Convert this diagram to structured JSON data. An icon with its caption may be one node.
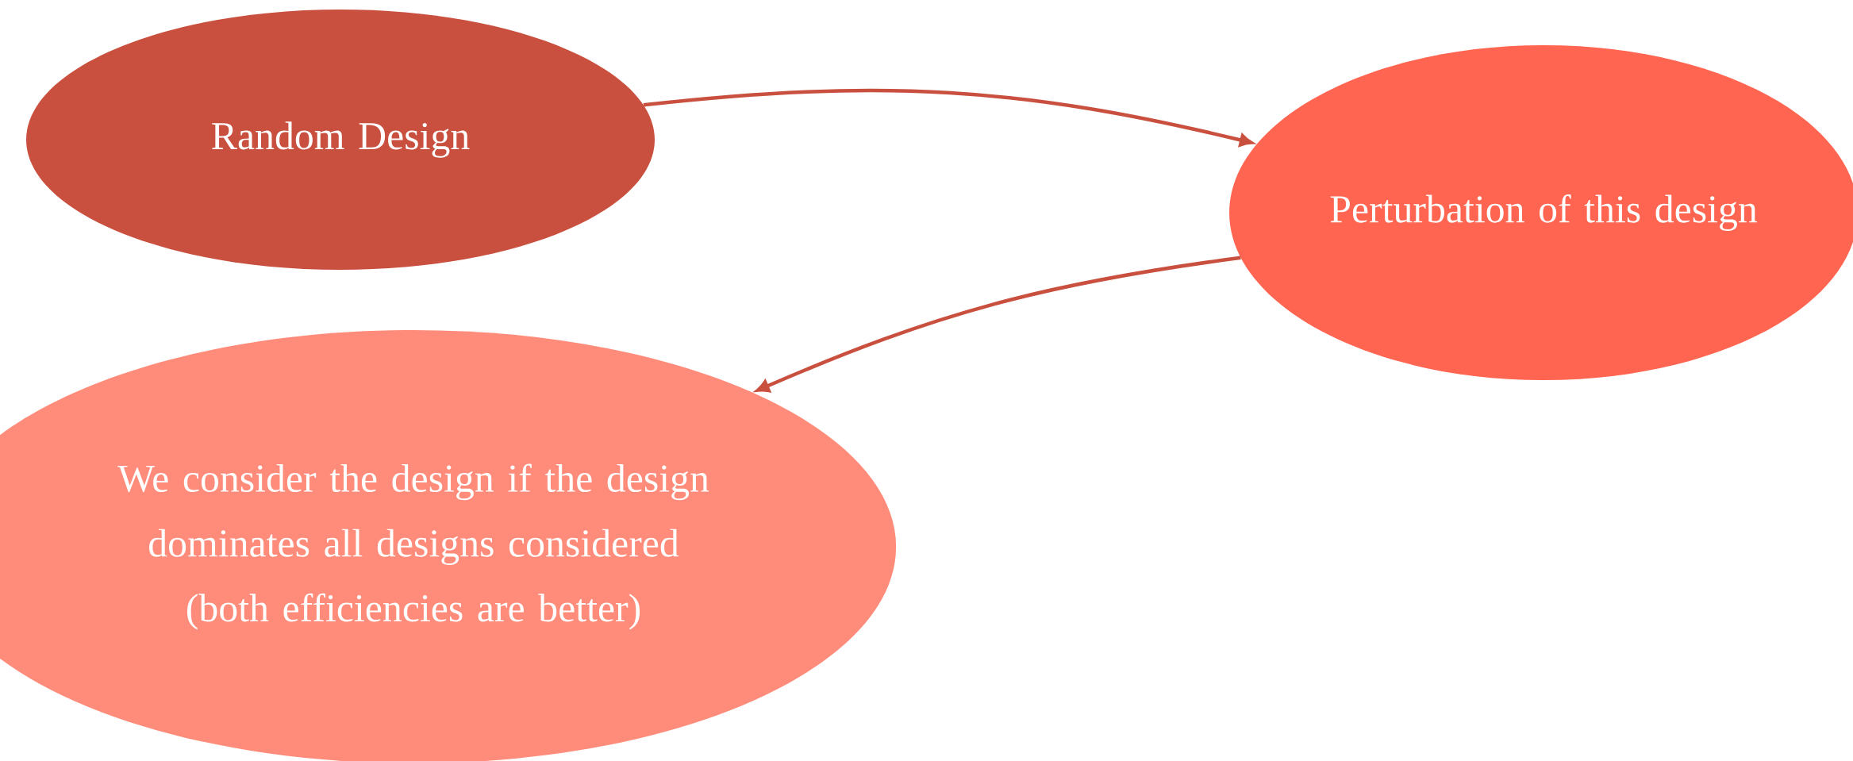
{
  "diagram": {
    "nodes": [
      {
        "text": [
          "Random Design"
        ]
      },
      {
        "text": [
          "Perturbation of this design"
        ]
      },
      {
        "text": [
          "We consider the design if the design dominates all designs considered",
          "(both efficiencies are better)"
        ]
      }
    ],
    "edges": [
      {
        "from": 0,
        "to": 1,
        "arrow": "to"
      },
      {
        "from": 1,
        "to": 2,
        "arrow": "to"
      }
    ]
  }
}
